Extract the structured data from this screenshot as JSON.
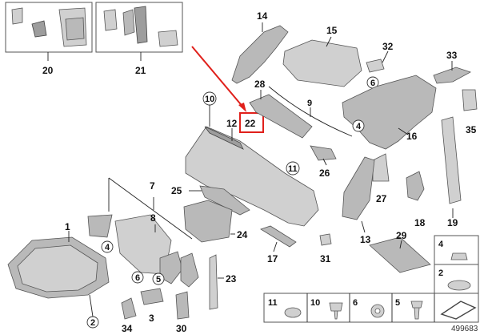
{
  "diagram_number": "499683",
  "callouts": {
    "c1": "1",
    "c2": "2",
    "c3": "3",
    "c4": "4",
    "c4b": "4",
    "c5": "5",
    "c6": "6",
    "c6b": "6",
    "c7": "7",
    "c8": "8",
    "c9": "9",
    "c10": "10",
    "c11": "11",
    "c12": "12",
    "c13": "13",
    "c14": "14",
    "c15": "15",
    "c16": "16",
    "c17": "17",
    "c18": "18",
    "c19": "19",
    "c20": "20",
    "c21": "21",
    "c22": "22",
    "c23": "23",
    "c24": "24",
    "c25": "25",
    "c26": "26",
    "c27": "27",
    "c28": "28",
    "c29": "29",
    "c30": "30",
    "c31": "31",
    "c32": "32",
    "c33": "33",
    "c34": "34",
    "c35": "35"
  },
  "legend": {
    "l4": "4",
    "l2": "2",
    "l11": "11",
    "l10": "10",
    "l6": "6",
    "l5": "5"
  },
  "highlight": {
    "label": "22",
    "color": "#e0201b"
  },
  "colors": {
    "part": "#b9b9b9",
    "outline": "#555555",
    "highlight": "#e0201b"
  }
}
